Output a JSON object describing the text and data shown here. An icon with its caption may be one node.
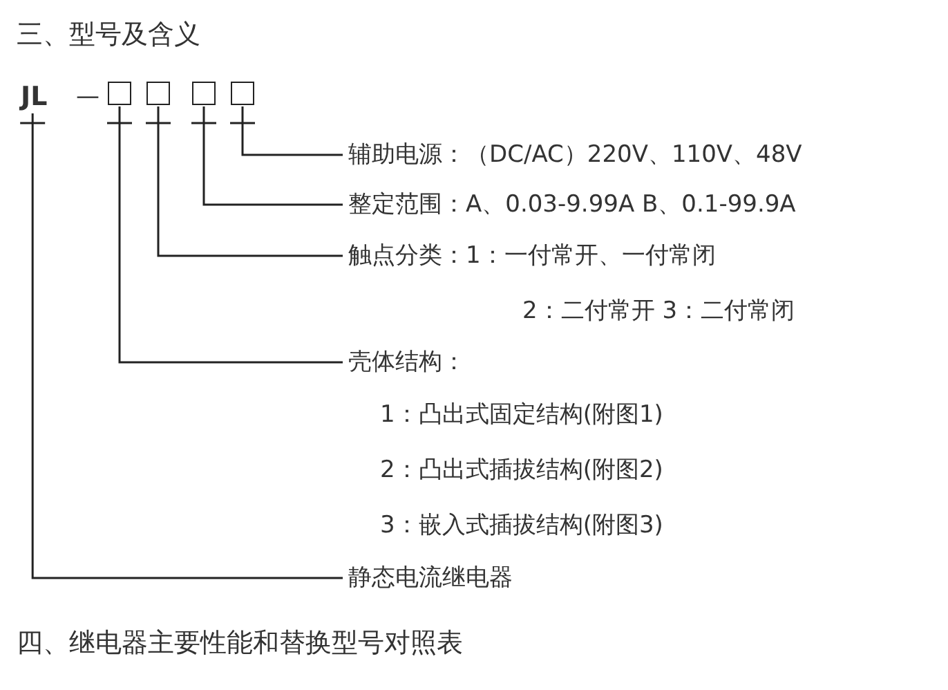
{
  "diagram": {
    "title": "三、型号及含义",
    "nodes": [
      {
        "text": [
          "JL"
        ]
      },
      {
        "text": [],
        "shape": "box"
      },
      {
        "text": [],
        "shape": "box"
      },
      {
        "text": [],
        "shape": "box"
      },
      {
        "text": [],
        "shape": "box"
      },
      {
        "text": [
          "辅助电源：（DC/AC）220V、110V、48V"
        ]
      },
      {
        "text": [
          "整定范围：A、0.03-9.99A B、0.1-99.9A"
        ]
      },
      {
        "text": [
          "触点分类：1：一付常开、一付常闭",
          "2：二付常开 3：二付常闭"
        ]
      },
      {
        "text": [
          "壳体结构：",
          "1：凸出式固定结构(附图1)",
          "2：凸出式插拔结构(附图2)",
          "3：嵌入式插拔结构(附图3)"
        ]
      },
      {
        "text": [
          "静态电流继电器"
        ]
      }
    ],
    "edges": [
      {
        "from": 4,
        "to": 5,
        "arrow": "none"
      },
      {
        "from": 3,
        "to": 6,
        "arrow": "none"
      },
      {
        "from": 2,
        "to": 7,
        "arrow": "none"
      },
      {
        "from": 1,
        "to": 8,
        "arrow": "none"
      },
      {
        "from": 0,
        "to": 9,
        "arrow": "none"
      }
    ],
    "labels": [
      "—",
      "四、继电器主要性能和替换型号对照表"
    ]
  }
}
